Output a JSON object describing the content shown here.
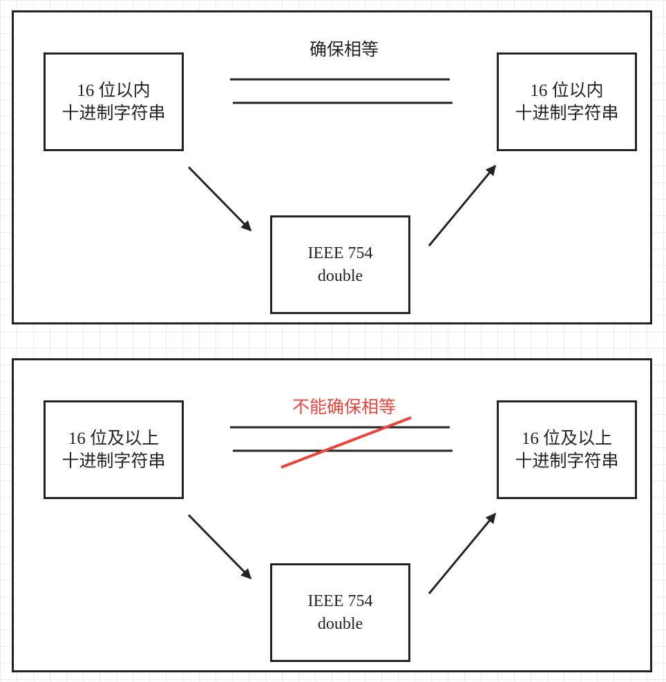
{
  "diagrams": [
    {
      "source_line1": "16 位以内",
      "source_line2": "十进制字符串",
      "middle_line1": "IEEE 754",
      "middle_line2": "double",
      "target_line1": "16 位以内",
      "target_line2": "十进制字符串",
      "equality_label": "确保相等",
      "equality_holds": true
    },
    {
      "source_line1": "16 位及以上",
      "source_line2": "十进制字符串",
      "middle_line1": "IEEE 754",
      "middle_line2": "double",
      "target_line1": "16 位及以上",
      "target_line2": "十进制字符串",
      "equality_label": "不能确保相等",
      "equality_holds": false
    }
  ],
  "colors": {
    "stroke": "#222222",
    "negation": "#e8453c",
    "grid": "#ececec"
  },
  "icons": {
    "equals": "double-line-equals-sign",
    "arrow": "filled-triangle-arrowhead"
  }
}
